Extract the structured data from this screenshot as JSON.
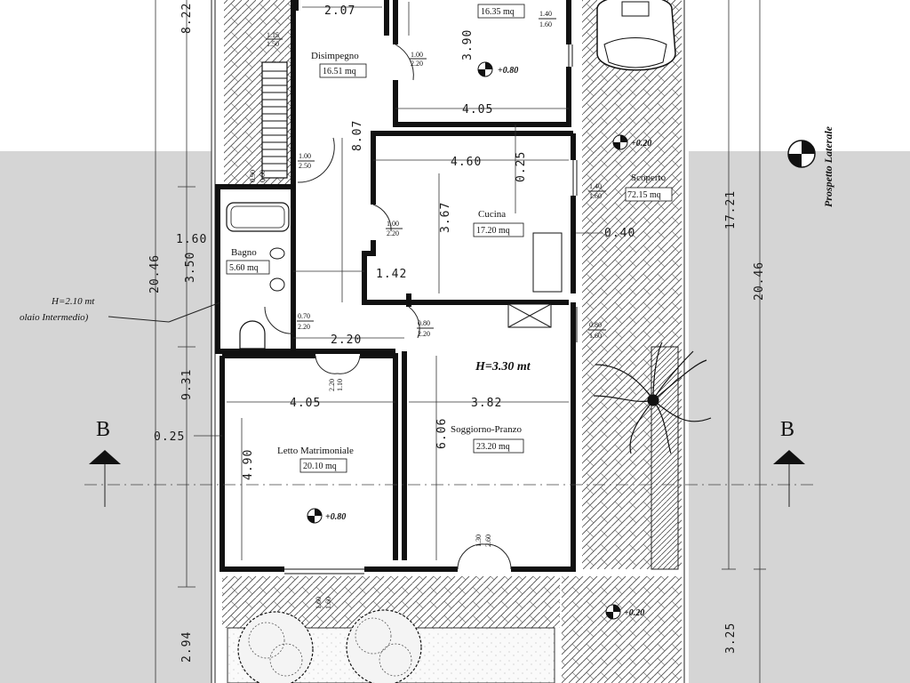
{
  "rooms": {
    "disimpegno": {
      "name": "Disimpegno",
      "area": "16.51 mq"
    },
    "top_room": {
      "area": "16.35 mq",
      "level": "+0.80"
    },
    "cucina": {
      "name": "Cucina",
      "area": "17.20 mq"
    },
    "bagno": {
      "name": "Bagno",
      "area": "5.60 mq"
    },
    "letto": {
      "name": "Letto Matrimoniale",
      "area": "20.10 mq",
      "level": "+0.80"
    },
    "soggiorno": {
      "name": "Soggiorno-Pranzo",
      "area": "23.20 mq",
      "height": "H=3.30 mt"
    },
    "scoperto": {
      "name": "Scoperto",
      "area": "72.15 mq",
      "level": "+0.20"
    },
    "garden": {
      "level": "+0.20"
    }
  },
  "labels": {
    "prospetto": "Prospetto Laterale",
    "section_left": "B",
    "section_right": "B",
    "note_h": "H=2.10 mt",
    "note_solaio": "olaio Intermedio)"
  },
  "dimensions": {
    "d_207": "2.07",
    "d_822": "8.22",
    "d_390": "3.90",
    "d_405_top": "4.05",
    "d_807": "8.07",
    "d_460": "4.60",
    "d_025_mid": "0.25",
    "d_367": "3.67",
    "d_040": "0.40",
    "d_160": "1.60",
    "d_350": "3.50",
    "d_142": "1.42",
    "d_2046_left": "20.46",
    "d_2046_right": "20.46",
    "d_1721": "17.21",
    "d_220": "2.20",
    "d_931": "9.31",
    "d_405_bed": "4.05",
    "d_382": "3.82",
    "d_025_left": "0.25",
    "d_606": "6.06",
    "d_490": "4.90",
    "d_294": "2.94",
    "d_325": "3.25"
  },
  "openings": {
    "w1": [
      "1.15",
      "1.50"
    ],
    "w2": [
      "1.00",
      "2.20"
    ],
    "w3": [
      "1.40",
      "1.60"
    ],
    "w4": [
      "1.00",
      "2.50"
    ],
    "w5": [
      "0.90",
      "0.60"
    ],
    "w6": [
      "1.40",
      "1.60"
    ],
    "w7": [
      "1.00",
      "2.20"
    ],
    "w8": [
      "0.70",
      "2.20"
    ],
    "w9": [
      "0.80",
      "2.20"
    ],
    "w10": [
      "0.80",
      "1.60"
    ],
    "w11": [
      "1.10",
      "2.20"
    ],
    "w12": [
      "1.30",
      "2.60"
    ],
    "w13": [
      "1.60",
      "1.60"
    ]
  }
}
